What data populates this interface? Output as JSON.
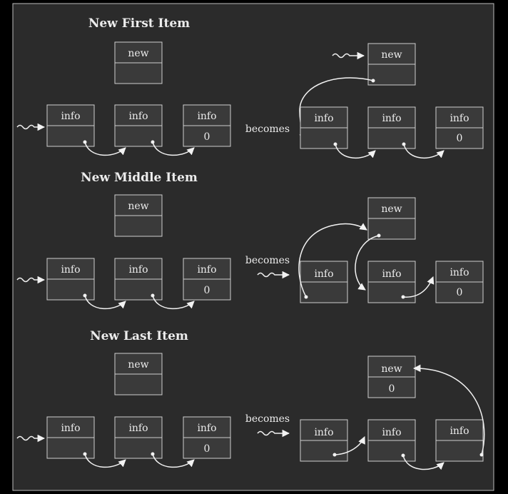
{
  "colors": {
    "background": "#2b2b2b",
    "box_fill": "#3a3a3a",
    "box_stroke": "#cfcfcf",
    "text": "#ececec",
    "arrow": "#f2f2f2"
  },
  "labels": {
    "info": "info",
    "new": "new",
    "zero": "0",
    "becomes": "becomes"
  },
  "sections": [
    {
      "title": "New First Item"
    },
    {
      "title": "New Middle Item"
    },
    {
      "title": "New Last Item"
    }
  ]
}
